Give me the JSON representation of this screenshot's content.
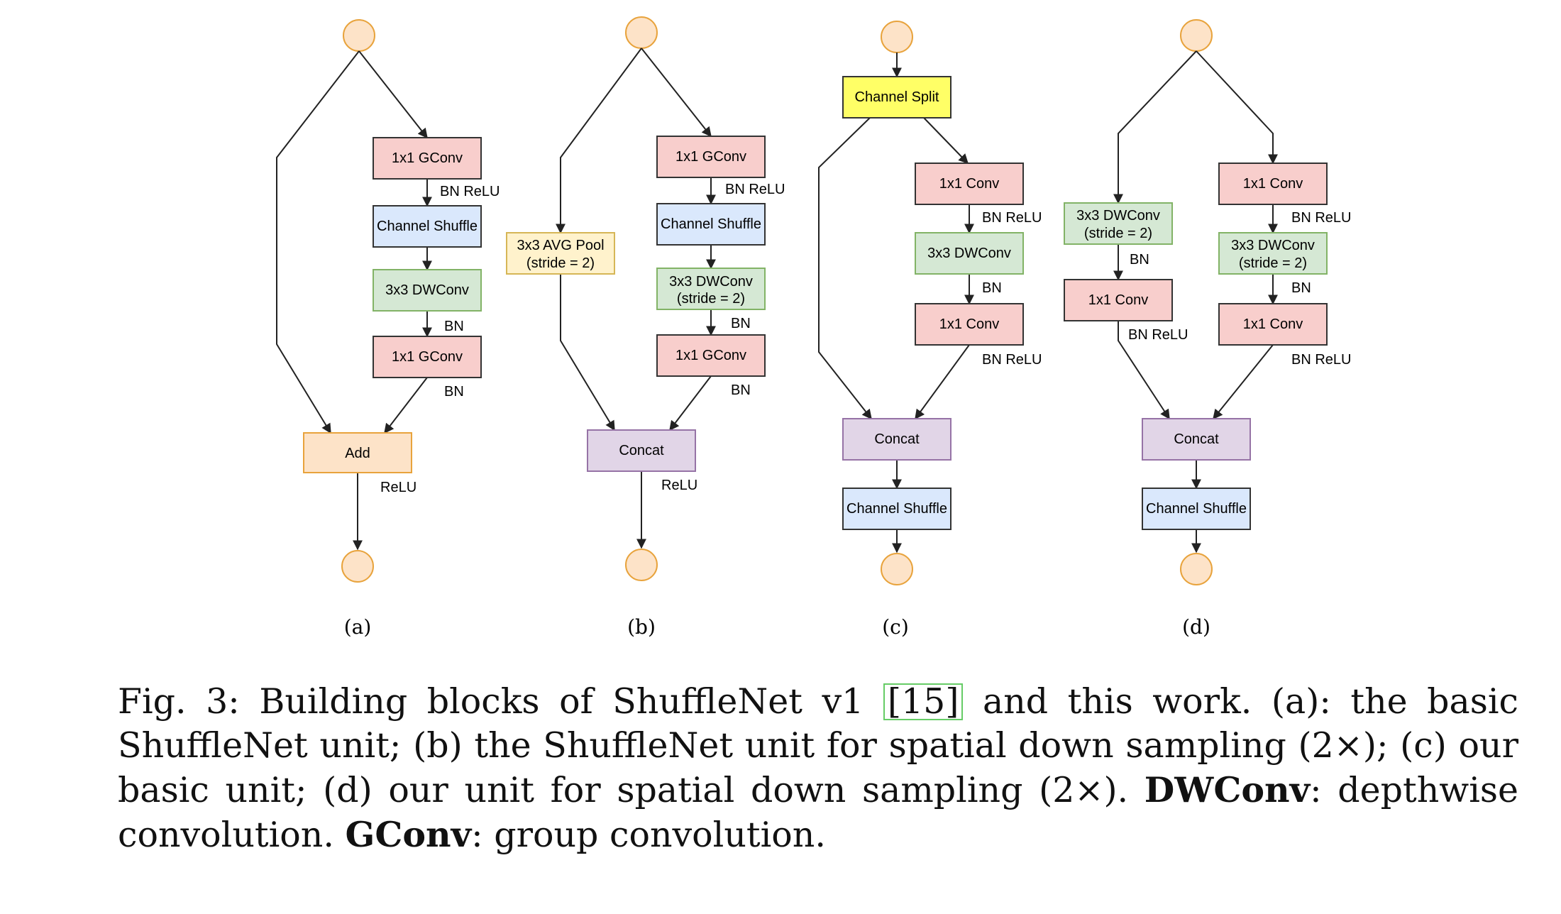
{
  "colors": {
    "node_fill": "#fde3c8",
    "node_stroke": "#e8a33c",
    "gconv_fill": "#f8cecc",
    "gconv_stroke": "#333333",
    "shuffle_fill": "#dae8fc",
    "shuffle_stroke": "#333333",
    "dwconv_fill": "#d5e8d4",
    "dwconv_stroke": "#82b366",
    "add_fill": "#fde3c8",
    "add_stroke": "#e8a33c",
    "pool_fill": "#fff2cc",
    "pool_stroke": "#d6b656",
    "concat_fill": "#e1d5e7",
    "concat_stroke": "#9673a6",
    "split_fill": "#ffff66",
    "split_stroke": "#333333",
    "cite_border": "#66cc66"
  },
  "diagrams": {
    "a": {
      "panel_label": "(a)",
      "boxes": {
        "gconv1": "1x1 GConv",
        "shuffle": "Channel Shuffle",
        "dwconv": "3x3 DWConv",
        "gconv2": "1x1 GConv",
        "add": "Add"
      },
      "edge_labels": {
        "bn_relu": "BN ReLU",
        "bn": "BN",
        "bn2": "BN",
        "relu": "ReLU"
      }
    },
    "b": {
      "panel_label": "(b)",
      "boxes": {
        "pool_line1": "3x3 AVG Pool",
        "pool_line2": "(stride = 2)",
        "gconv1": "1x1 GConv",
        "shuffle": "Channel Shuffle",
        "dwconv_line1": "3x3 DWConv",
        "dwconv_line2": "(stride = 2)",
        "gconv2": "1x1 GConv",
        "concat": "Concat"
      },
      "edge_labels": {
        "bn_relu": "BN ReLU",
        "bn": "BN",
        "bn2": "BN",
        "relu": "ReLU"
      }
    },
    "c": {
      "panel_label": "(c)",
      "boxes": {
        "split": "Channel Split",
        "conv1": "1x1 Conv",
        "dwconv": "3x3 DWConv",
        "conv2": "1x1 Conv",
        "concat": "Concat",
        "shuffle": "Channel Shuffle"
      },
      "edge_labels": {
        "bn_relu1": "BN ReLU",
        "bn": "BN",
        "bn_relu2": "BN ReLU"
      }
    },
    "d": {
      "panel_label": "(d)",
      "boxes": {
        "ldw_line1": "3x3 DWConv",
        "ldw_line2": "(stride = 2)",
        "lconv": "1x1 Conv",
        "rconv1": "1x1 Conv",
        "rdw_line1": "3x3 DWConv",
        "rdw_line2": "(stride = 2)",
        "rconv2": "1x1 Conv",
        "concat": "Concat",
        "shuffle": "Channel Shuffle"
      },
      "edge_labels": {
        "lbn": "BN",
        "lbn_relu": "BN ReLU",
        "rbn_relu1": "BN ReLU",
        "rbn": "BN",
        "rbn_relu2": "BN ReLU"
      }
    }
  },
  "caption": {
    "prefix": "Fig. 3: Building blocks of ShuffleNet v1 ",
    "cite": "[15]",
    "part1": " and this work. (a): the basic ShuffleNet unit; (b) the ShuffleNet unit for spatial down sampling (2×); (c) our basic unit; (d) our unit for spatial down sampling (2×). ",
    "term1": "DWConv",
    "def1": ": depthwise convolution. ",
    "term2": "GConv",
    "def2": ": group convolution."
  }
}
